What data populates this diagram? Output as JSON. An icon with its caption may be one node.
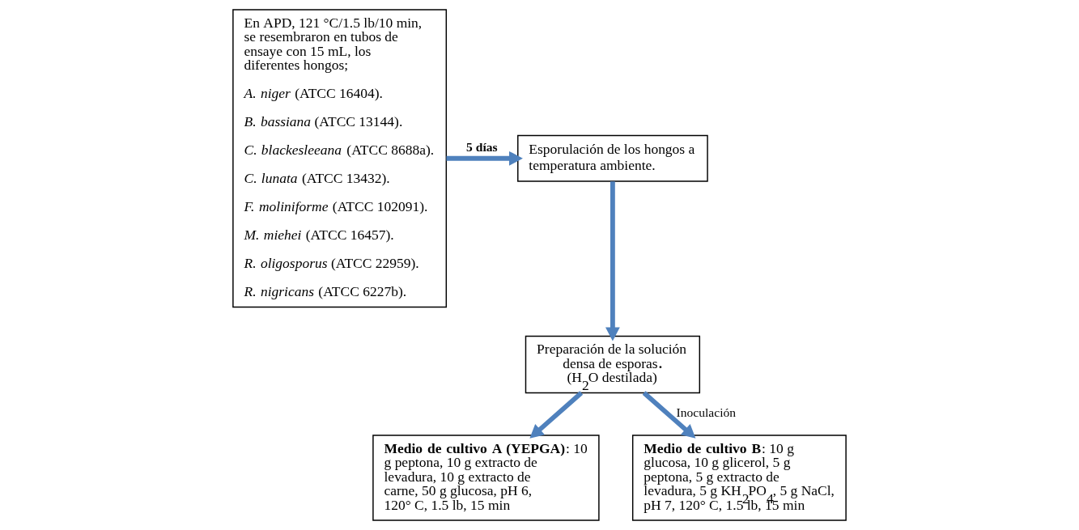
{
  "diagram": {
    "nodes": [
      {
        "text": [
          "En APD, 121 °C/1.5 lb/10 min, se resembraron en tubos de ensaye con 15 mL, los diferentes hongos;",
          "*A. niger* (ATCC 16404).",
          "*B. bassiana*  (ATCC 13144).",
          "*C. blackesleeana*  (ATCC 8688a).",
          "*C. lunata* (ATCC 13432).",
          "*F. moliniforme* (ATCC 102091).",
          "*M. miehei* (ATCC 16457).",
          "*R. oligosporus* (ATCC 22959).",
          "*R. nigricans* (ATCC 6227b)."
        ]
      },
      {
        "text": [
          "Esporulación de los hongos a temperatura ambiente."
        ]
      },
      {
        "text": [
          "Preparación de la solución densa de esporas**.**",
          "(H$_{2}$O destilada)"
        ]
      },
      {
        "text": [
          "**Medio de cultivo A (YEPGA)**: 10 g peptona, 10 g extracto de levadura, 10 g extracto de carne, 50 g glucosa, pH 6, 120° C, 1.5 lb, 15 min"
        ]
      },
      {
        "text": [
          "**Medio de cultivo B**: 10 g glucosa, 10 g glicerol, 5 g peptona, 5 g extracto de levadura, 5 g KH$_{2}$PO$_{4}$, 5 g NaCl, pH 7, 120° C, 1.5 lb, 15 min"
        ]
      }
    ],
    "edges": [
      {
        "from": 0,
        "to": 1,
        "arrow": "to",
        "label": "5 días"
      },
      {
        "from": 1,
        "to": 2,
        "arrow": "to"
      },
      {
        "from": 2,
        "to": 3,
        "arrow": "to"
      },
      {
        "from": 2,
        "to": 4,
        "arrow": "to",
        "label": "Inoculación"
      }
    ]
  }
}
